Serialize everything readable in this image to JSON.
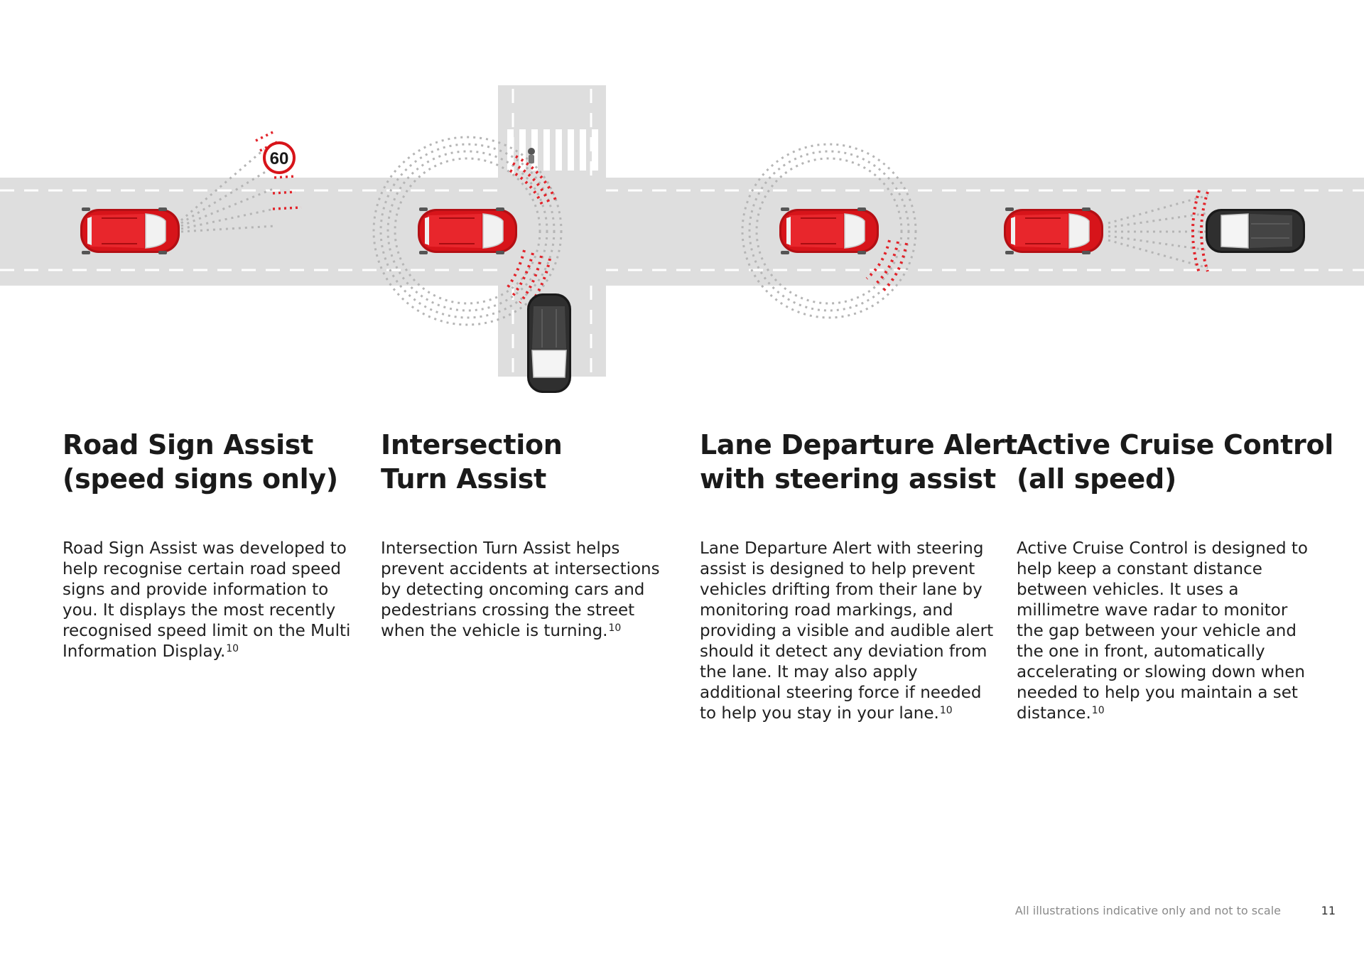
{
  "features": [
    {
      "title_lines": [
        "Road Sign Assist",
        "(speed signs only)"
      ],
      "body": "Road Sign Assist was developed to help recognise certain road speed signs and provide information to you. It displays the most recently recognised speed limit on the Multi Information Display.",
      "footnote": "10"
    },
    {
      "title_lines": [
        "Intersection",
        "Turn Assist"
      ],
      "body": "Intersection Turn Assist helps prevent accidents at intersections by detecting oncoming cars and pedestrians crossing the street when the vehicle is turning.",
      "footnote": "10"
    },
    {
      "title_lines": [
        "Lane Departure Alert",
        "with steering assist"
      ],
      "body": "Lane Departure Alert with steering assist is designed to help prevent vehicles drifting from their lane by monitoring road markings, and providing a visible and audible alert should it detect any deviation from the lane. It may also apply additional steering force if needed to help you stay in your lane.",
      "footnote": "10"
    },
    {
      "title_lines": [
        "Active Cruise Control",
        "(all speed)"
      ],
      "body": "Active Cruise Control is designed to help keep a constant distance between vehicles. It uses a millimetre wave radar to monitor the gap between your vehicle and the one in front, automatically accelerating or slowing down when needed to help you maintain a set distance.",
      "footnote": "10"
    }
  ],
  "illustration": {
    "speed_sign": "60",
    "colors": {
      "car_red": "#d7141a",
      "car_dark": "#2b2b2b",
      "road": "#dedede",
      "sensor_red": "#e2232a",
      "sensor_grey": "#b5b5b5"
    }
  },
  "footer": {
    "note": "All illustrations indicative only and not to scale",
    "page_number": "11"
  }
}
